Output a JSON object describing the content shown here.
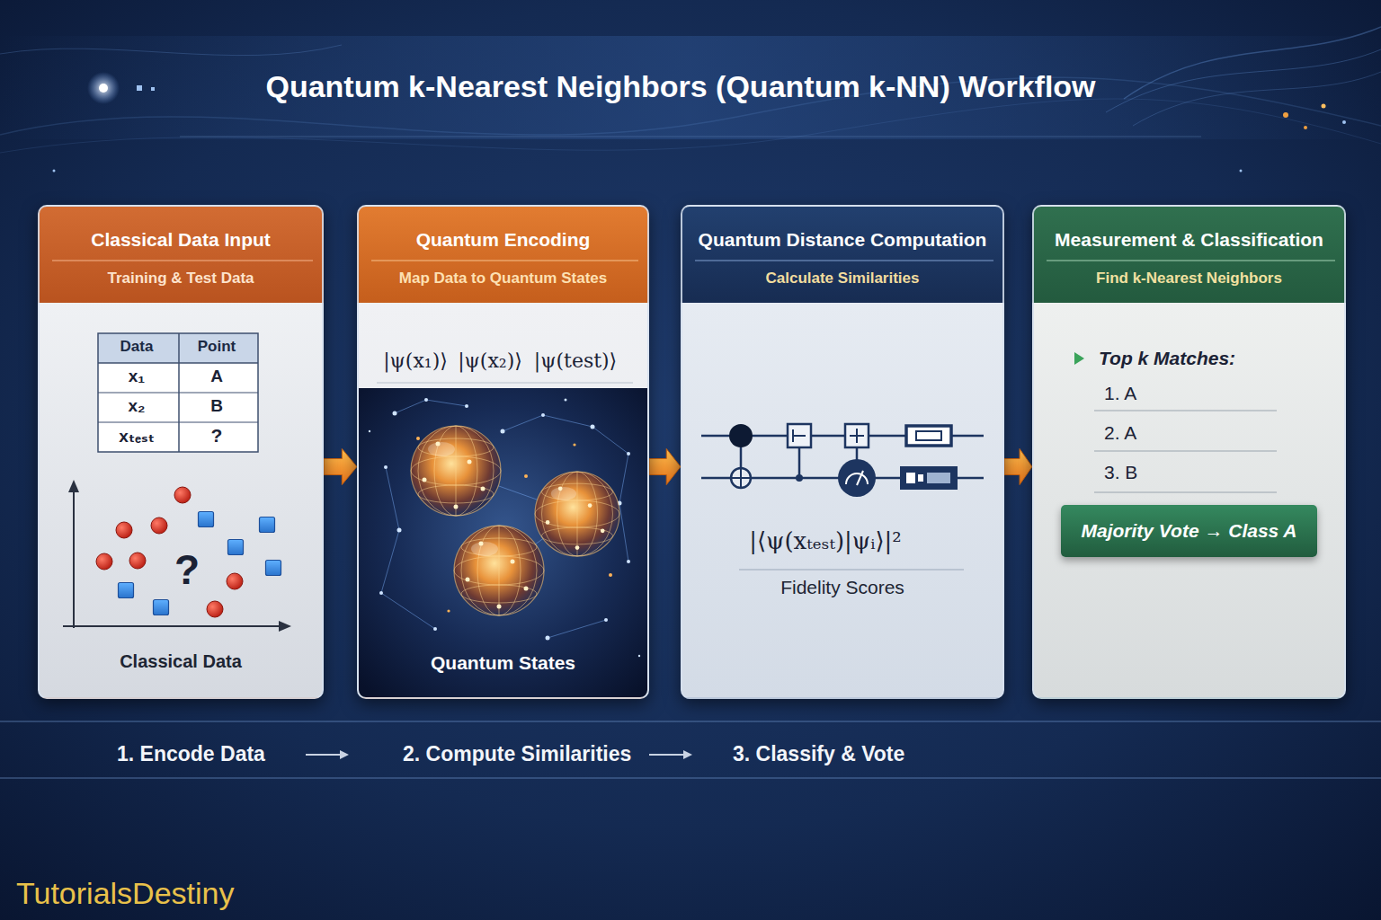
{
  "diagram": {
    "title": "Quantum k-Nearest Neighbors (Quantum k-NN) Workflow",
    "nodes": [
      {
        "text": [
          "Classical Data Input",
          "Training & Test Data",
          "Classical Data"
        ]
      },
      {
        "text": [
          "Quantum Encoding",
          "Map Data to Quantum States",
          "Quantum States"
        ]
      },
      {
        "text": [
          "Quantum Distance Computation",
          "Calculate Similarities",
          "Fidelity Scores"
        ]
      },
      {
        "text": [
          "Measurement & Classification",
          "Find k-Nearest Neighbors",
          "Top k Matches:",
          "1. A",
          "2. A",
          "3. B"
        ]
      },
      {
        "text": [
          "Majority Vote → Class A"
        ],
        "in": 3
      }
    ],
    "edges": [
      {
        "from": 0,
        "to": 1,
        "arrow": "to"
      },
      {
        "from": 1,
        "to": 2,
        "arrow": "to"
      },
      {
        "from": 2,
        "to": 3,
        "arrow": "to"
      }
    ],
    "labels": [
      "Data",
      "Point",
      "x₁",
      "A",
      "x₂",
      "B",
      "xₜₑₛₜ",
      "?",
      "?",
      "|ψ(x₁)⟩",
      "|ψ(x₂)⟩",
      "|ψ(test)⟩",
      "|⟨ψ(xₜₑₛₜ)|ψᵢ⟩|²",
      "1. Encode Data",
      "2. Compute Similarities",
      "3. Classify & Vote",
      "TutorialsDestiny"
    ]
  }
}
